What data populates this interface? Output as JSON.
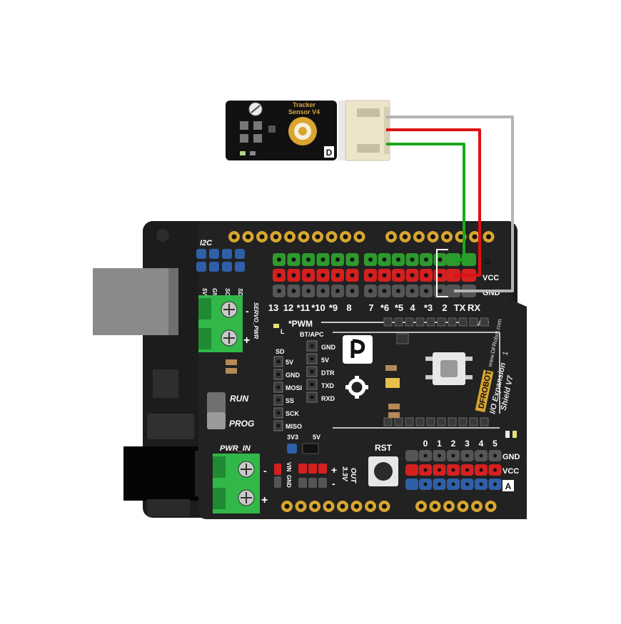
{
  "sensor": {
    "title_line1": "Tracker",
    "title_line2": "Sensor V4",
    "type_label": "D"
  },
  "shield": {
    "brand": "DFROBOT",
    "website": "www.DFRobot.com",
    "model_line1": "I/O Expansion",
    "model_line2": "Shield V7",
    "model_num": "1",
    "pwm_label": "*PWM",
    "led_l": "L",
    "pwr_label": "PWR",
    "rst_label": "RST",
    "run_label": "RUN",
    "prog_label": "PROG",
    "pwr_in_label": "PWR_IN",
    "servo_pwr_label": "SERVO_PWR",
    "plus": "+",
    "minus": "-",
    "vin": "VIN",
    "gnd_small": "GND",
    "out33_line1": "3.3V",
    "out33_line2": "OUT",
    "v3v3": "3V3",
    "v5": "5V",
    "i2c": {
      "title": "I2C",
      "pins": [
        "5V",
        "GND",
        "SCL",
        "SDA"
      ]
    },
    "digital": {
      "pin_labels": [
        "13",
        "12",
        "*11",
        "*10",
        "*9",
        "8",
        "7",
        "*6",
        "*5",
        "4",
        "*3",
        "2",
        "TX",
        "RX"
      ],
      "row_labels": [
        "D",
        "VCC",
        "GND"
      ]
    },
    "bt_apc": {
      "title": "BT/APC",
      "pins": [
        "GND",
        "5V",
        "DTR",
        "TXD",
        "RXD"
      ]
    },
    "sd": {
      "title": "SD",
      "pins": [
        "5V",
        "GND",
        "MOSI",
        "SS",
        "SCK",
        "MISO"
      ]
    },
    "analog": {
      "pin_labels": [
        "0",
        "1",
        "2",
        "3",
        "4",
        "5"
      ],
      "row_labels": [
        "GND",
        "VCC",
        "A"
      ]
    }
  },
  "colors": {
    "board": "#1c1c1c",
    "header_green": "#2e9a2e",
    "header_red": "#d52020",
    "header_gray": "#555555",
    "header_blue": "#2f5fa8",
    "terminal_green": "#31b848",
    "wire_green": "#1aa81a",
    "wire_red": "#e01010",
    "wire_gray": "#b4b4b4",
    "gold": "#d8a530",
    "connector": "#ede4cc"
  }
}
